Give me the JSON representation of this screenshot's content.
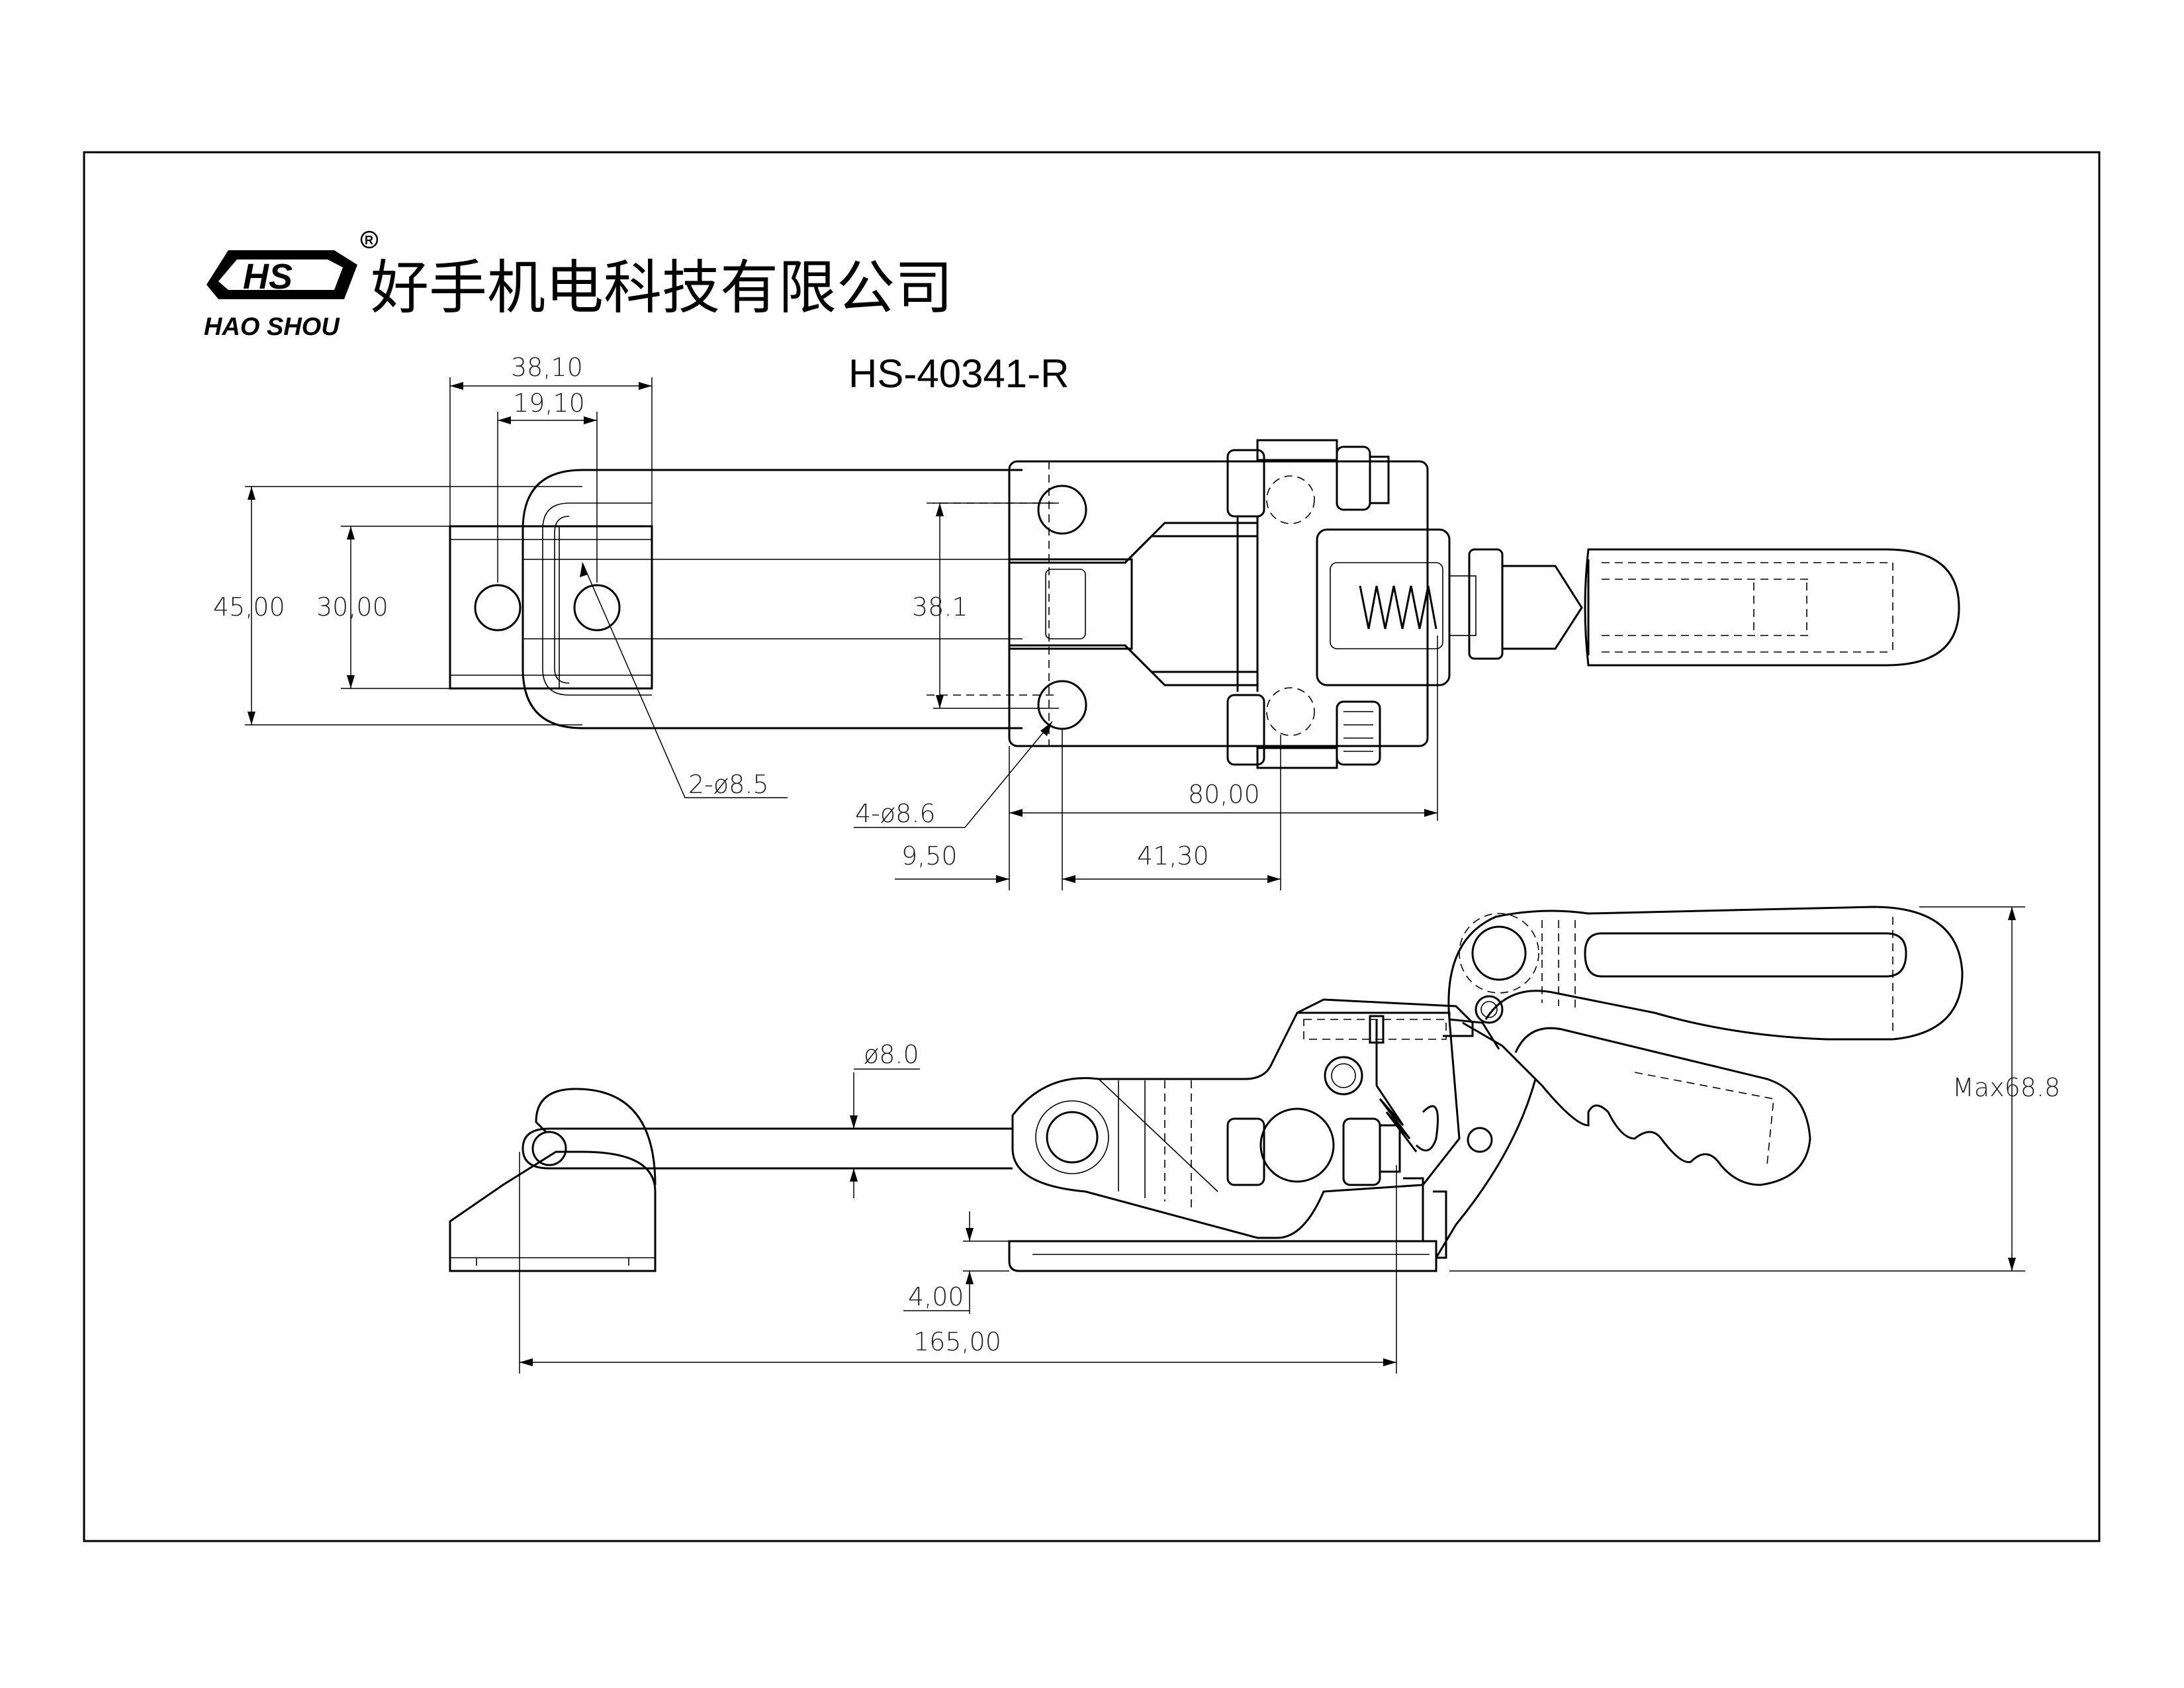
{
  "header": {
    "logo_letters": "HS",
    "logo_registered": "R",
    "brand_name": "HAO SHOU",
    "company_name": "好手机电科技有限公司",
    "model_number": "HS-40341-R"
  },
  "dimensions": {
    "top_view": {
      "d_38_10": "38,10",
      "d_19_10": "19,10",
      "d_45_00": "45,00",
      "d_30_00": "30,00",
      "d_38_1": "38.1",
      "holes_2": "2-ø8.5",
      "holes_4": "4-ø8.6",
      "d_80_00": "80,00",
      "d_9_50": "9,50",
      "d_41_30": "41,30"
    },
    "side_view": {
      "rod_dia": "ø8.0",
      "max_height": "Max68.8",
      "d_4_00": "4,00",
      "d_165_00": "165,00"
    }
  }
}
